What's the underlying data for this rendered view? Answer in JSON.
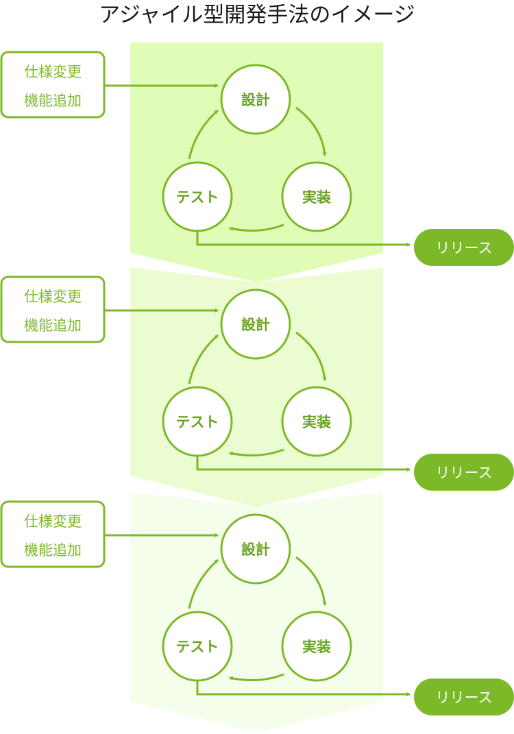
{
  "title": "アジャイル型開発手法のイメージ",
  "colors": {
    "stroke": "#7cb928",
    "text_green": "#6aa422",
    "pill_fill": "#7cb928",
    "band_fills": [
      "#e1fcb6",
      "#ebfdd0",
      "#f4feea"
    ]
  },
  "iterations": [
    {
      "input_lines": [
        "仕様変更",
        "機能追加"
      ],
      "nodes": {
        "design": "設計",
        "implement": "実装",
        "test": "テスト"
      },
      "release": "リリース"
    },
    {
      "input_lines": [
        "仕様変更",
        "機能追加"
      ],
      "nodes": {
        "design": "設計",
        "implement": "実装",
        "test": "テスト"
      },
      "release": "リリース"
    },
    {
      "input_lines": [
        "仕様変更",
        "機能追加"
      ],
      "nodes": {
        "design": "設計",
        "implement": "実装",
        "test": "テスト"
      },
      "release": "リリース"
    }
  ]
}
